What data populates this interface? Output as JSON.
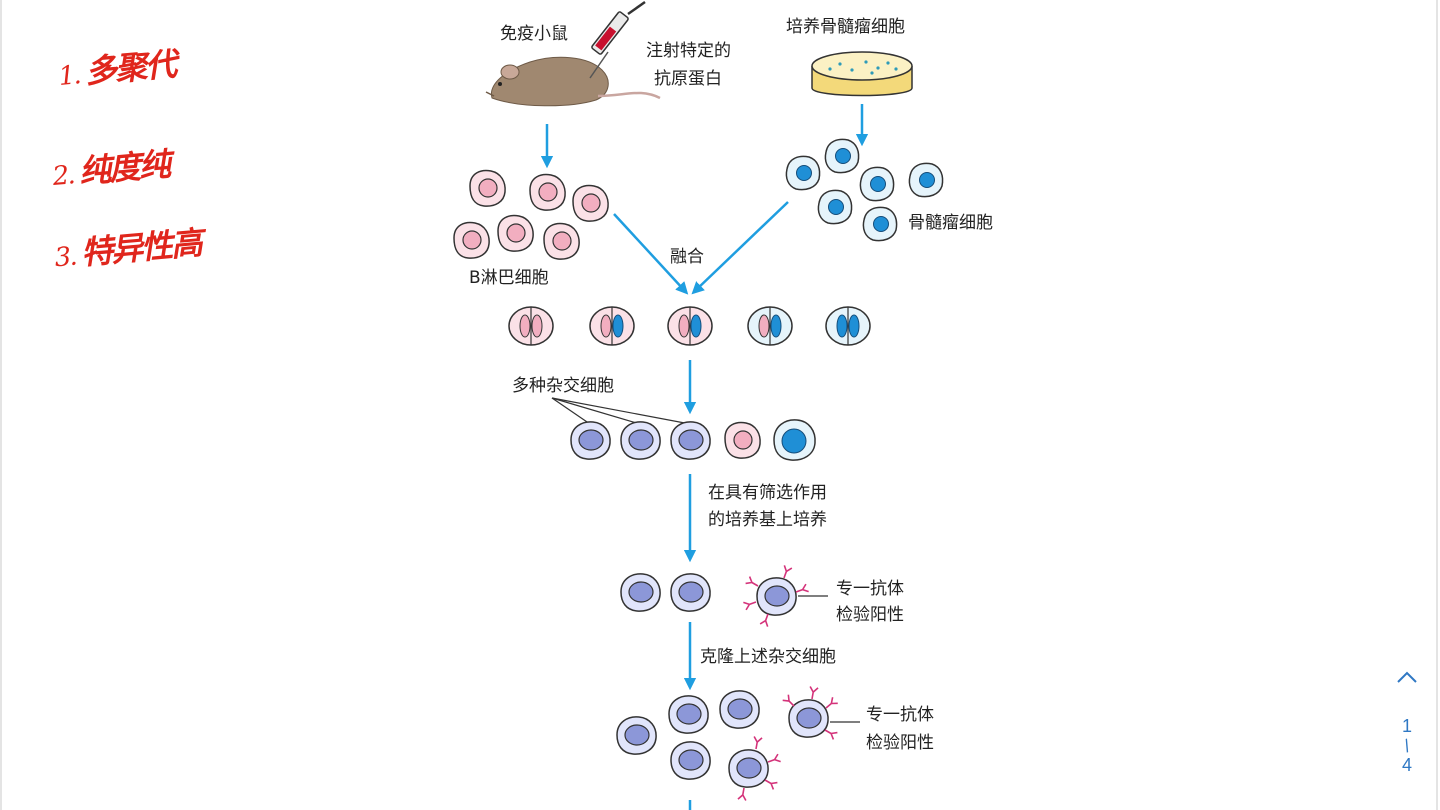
{
  "notes": [
    {
      "num": "1.",
      "text": "多聚代"
    },
    {
      "num": "2.",
      "text": "纯度纯"
    },
    {
      "num": "3.",
      "text": "特异性高"
    }
  ],
  "diagram": {
    "mouse_label": "免疫小鼠",
    "injection_label_1": "注射特定的",
    "injection_label_2": "抗原蛋白",
    "culture_label": "培养骨髓瘤细胞",
    "myeloma_label": "骨髓瘤细胞",
    "b_cell_label": "B淋巴细胞",
    "fusion_label": "融合",
    "hybrid_label": "多种杂交细胞",
    "screen_label_1": "在具有筛选作用",
    "screen_label_2": "的培养基上培养",
    "antibody_label_1a": "专一抗体",
    "antibody_label_1b": "检验阳性",
    "clone_label": "克隆上述杂交细胞",
    "antibody_label_2a": "专一抗体",
    "antibody_label_2b": "检验阳性"
  },
  "pager": {
    "current": "1",
    "separator": "/",
    "total": "4"
  },
  "colors": {
    "arrow": "#1f9ee0",
    "annotation": "#e0261c",
    "pink_cell": "#f2aec0",
    "blue_cell": "#1f8fd6",
    "hybrid_cell": "#8c97d8",
    "antibody": "#d4337a"
  }
}
